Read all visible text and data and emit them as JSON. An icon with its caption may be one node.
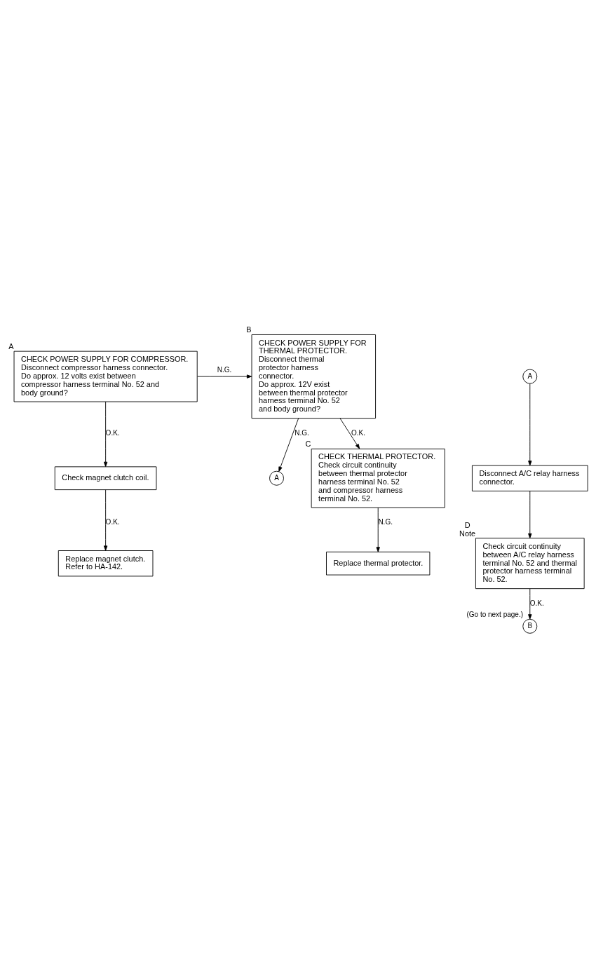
{
  "diagram": {
    "nodes": [
      {
        "text": [
          "CHECK POWER SUPPLY FOR COMPRESSOR.",
          "Disconnect compressor harness connector.",
          "Do approx. 12 volts exist between compressor harness terminal No. 52 and body ground?"
        ],
        "beside": [
          "A"
        ]
      },
      {
        "text": [
          "CHECK POWER SUPPLY FOR THERMAL PROTECTOR.",
          "Disconnect thermal protector harness connector.",
          "Do approx. 12V exist between thermal protector harness terminal No. 52 and body ground?"
        ],
        "beside": [
          "B"
        ]
      },
      {
        "text": [
          "Check magnet clutch coil."
        ]
      },
      {
        "text": [
          "Replace magnet clutch.",
          "Refer to HA-142."
        ]
      },
      {
        "text": [
          "A"
        ]
      },
      {
        "text": [
          "CHECK THERMAL PROTECTOR.",
          "Check circuit continuity between thermal protector harness terminal No. 52 and compressor harness terminal No. 52."
        ],
        "beside": [
          "C"
        ]
      },
      {
        "text": [
          "Replace thermal protector."
        ]
      },
      {
        "text": [
          "A"
        ]
      },
      {
        "text": [
          "Disconnect A/C relay harness connector."
        ]
      },
      {
        "text": [
          "Check circuit continuity between A/C relay harness terminal No. 52 and thermal protector harness terminal No. 52."
        ],
        "beside": [
          "D",
          "Note"
        ]
      },
      {
        "text": [
          "B"
        ],
        "beside": [
          "(Go to next page.)"
        ]
      }
    ],
    "edges": [
      {
        "from": 0,
        "to": 1,
        "arrow": "to",
        "label": "N.G."
      },
      {
        "from": 0,
        "to": 2,
        "arrow": "to",
        "label": "O.K."
      },
      {
        "from": 2,
        "to": 3,
        "arrow": "to",
        "label": "O.K."
      },
      {
        "from": 1,
        "to": 5,
        "arrow": "to",
        "label": "O.K."
      },
      {
        "from": 1,
        "to": 4,
        "arrow": "to",
        "label": "N.G."
      },
      {
        "from": 5,
        "to": 6,
        "arrow": "to",
        "label": "N.G."
      },
      {
        "from": 7,
        "to": 8,
        "arrow": "to"
      },
      {
        "from": 8,
        "to": 9,
        "arrow": "to"
      },
      {
        "from": 9,
        "to": 10,
        "arrow": "to",
        "label": "O.K."
      }
    ]
  }
}
